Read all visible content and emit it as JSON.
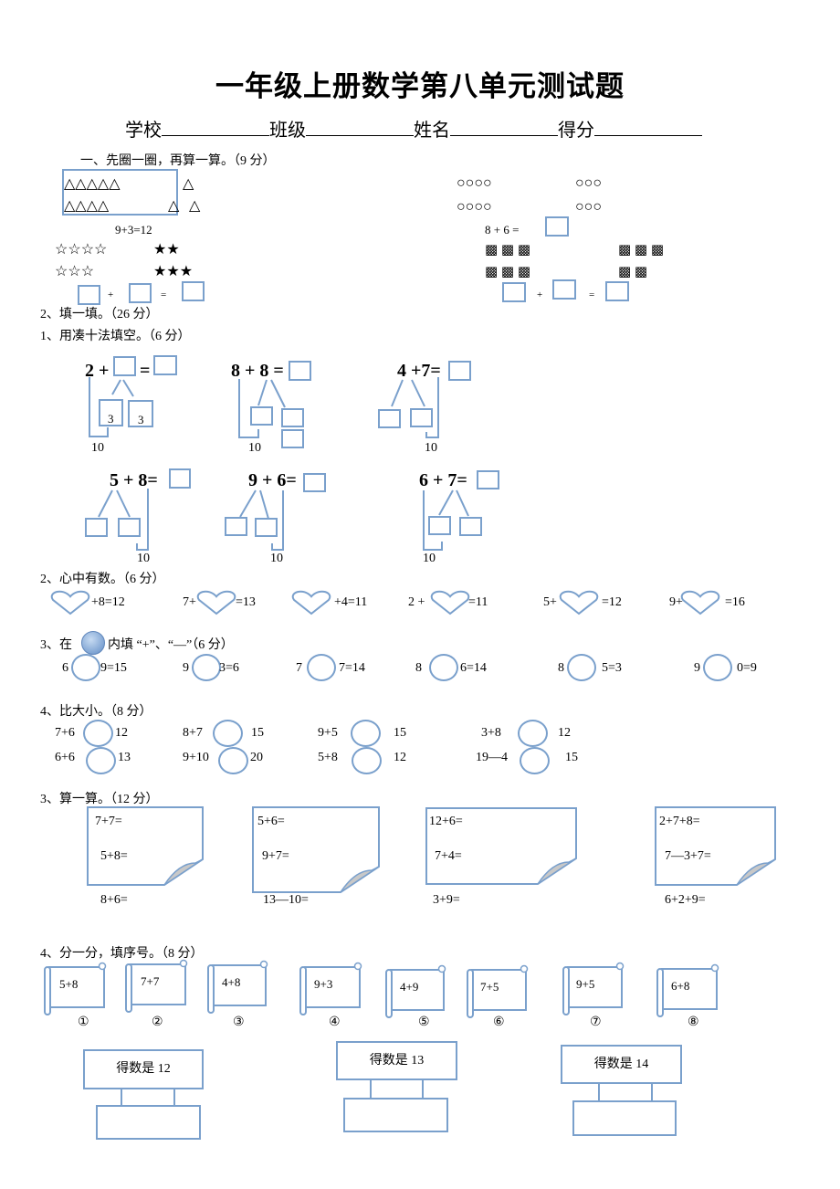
{
  "title": "一年级上册数学第八单元测试题",
  "info": {
    "school": "学校",
    "class": "班级",
    "name": "姓名",
    "score": "得分"
  },
  "s1": {
    "heading": "一、先圈一圈，再算一算。（9 分）",
    "triangles": {
      "r1a": "△△△△△",
      "r1b": "△",
      "r2a": "△△△△",
      "r2b": "△",
      "r2c": "△"
    },
    "example": "9+3=12",
    "stars": {
      "r1a": "☆☆☆☆",
      "r1b": "★★",
      "r2a": "☆☆☆",
      "r2b": "★★★"
    },
    "circles": {
      "r1a": "○○○○",
      "r1b": "○○○",
      "r2a": "○○○○",
      "r2b": "○○○"
    },
    "circle_expr": "8 + 6 =",
    "squares": {
      "r1a": "▩ ▩ ▩",
      "r1b": "▩ ▩ ▩",
      "r2a": "▩ ▩ ▩",
      "r2b": "▩ ▩"
    },
    "plus": "+",
    "equals": "="
  },
  "s2": {
    "heading": "2、填一填。（26 分）",
    "make_ten": {
      "heading": "1、用凑十法填空。（6 分）",
      "items": [
        {
          "expr": "2 +",
          "eq": "=",
          "known": [
            "3",
            "3"
          ],
          "ten": "10"
        },
        {
          "expr": "8 + 8 =",
          "ten": "10"
        },
        {
          "expr": "4 +7=",
          "ten": "10"
        },
        {
          "expr": "5 + 8=",
          "ten": "10"
        },
        {
          "expr": "9 + 6=",
          "ten": "10"
        },
        {
          "expr": "6 + 7=",
          "ten": "10"
        }
      ]
    },
    "hearts": {
      "heading": "2、心中有数。（6 分）",
      "items": [
        {
          "pre": "",
          "post": "+8=12"
        },
        {
          "pre": "7+",
          "post": "=13"
        },
        {
          "pre": "",
          "post": "+4=11"
        },
        {
          "pre": "2 +",
          "post": "=11"
        },
        {
          "pre": "5+",
          "post": "=12"
        },
        {
          "pre": "9+",
          "post": "=16"
        }
      ]
    },
    "signs": {
      "heading_pre": "3、在",
      "heading_post": "内填 “+”、“—”（6 分）",
      "items": [
        {
          "a": "6",
          "b": "9=15"
        },
        {
          "a": "9",
          "b": "3=6"
        },
        {
          "a": "7",
          "b": "7=14"
        },
        {
          "a": "8",
          "b": "6=14"
        },
        {
          "a": "8",
          "b": "5=3"
        },
        {
          "a": "9",
          "b": "0=9"
        }
      ]
    },
    "compare": {
      "heading": "4、比大小。（8 分）",
      "items": [
        {
          "left": "7+6",
          "right": "12"
        },
        {
          "left": "8+7",
          "right": "15"
        },
        {
          "left": "9+5",
          "right": "15"
        },
        {
          "left": "3+8",
          "right": "12"
        },
        {
          "left": "6+6",
          "right": "13"
        },
        {
          "left": "9+10",
          "right": "20"
        },
        {
          "left": "5+8",
          "right": "12"
        },
        {
          "left": "19—4",
          "right": "15"
        }
      ]
    }
  },
  "s3": {
    "heading": "3、算一算。（12 分）",
    "cards": [
      {
        "lines": [
          "7+7=",
          "5+8="
        ],
        "below": "8+6="
      },
      {
        "lines": [
          "5+6=",
          "9+7="
        ],
        "below": "13—10="
      },
      {
        "lines": [
          "12+6=",
          "7+4="
        ],
        "below": "3+9="
      },
      {
        "lines": [
          "2+7+8=",
          "7—3+7="
        ],
        "below": "6+2+9="
      }
    ]
  },
  "s4": {
    "heading": "4、分一分，填序号。（8 分）",
    "scrolls": [
      {
        "expr": "5+8",
        "label": "①"
      },
      {
        "expr": "7+7",
        "label": "②"
      },
      {
        "expr": "4+8",
        "label": "③"
      },
      {
        "expr": "9+3",
        "label": "④"
      },
      {
        "expr": "4+9",
        "label": "⑤"
      },
      {
        "expr": "7+5",
        "label": "⑥"
      },
      {
        "expr": "9+5",
        "label": "⑦"
      },
      {
        "expr": "6+8",
        "label": "⑧"
      }
    ],
    "groups": [
      {
        "label": "得数是 12"
      },
      {
        "label": "得数是 13"
      },
      {
        "label": "得数是 14"
      }
    ]
  },
  "colors": {
    "shape_stroke": "#7aa0cc",
    "fold_fill": "#c8c8c8"
  }
}
